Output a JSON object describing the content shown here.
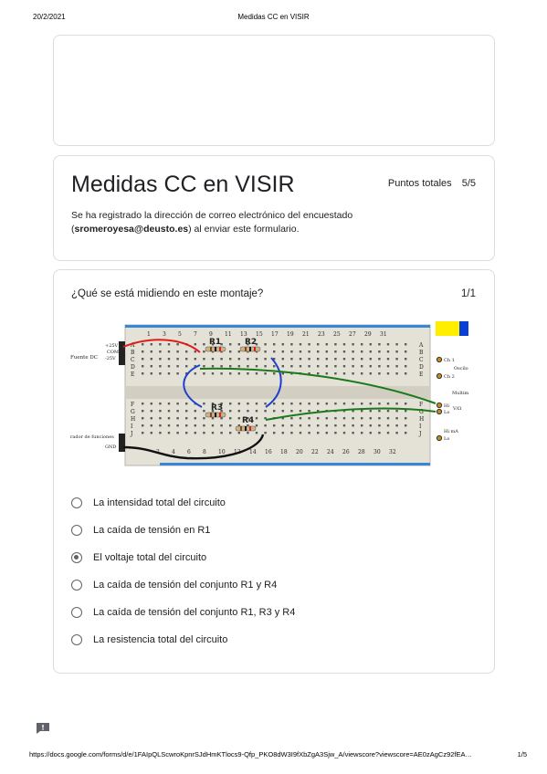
{
  "print": {
    "date": "20/2/2021",
    "doc_title": "Medidas CC en VISIR",
    "url": "https://docs.google.com/forms/d/e/1FAIpQLScwroKpnrSJdHmKTlocs9-Qfp_PKO8dW3I9fXbZgA3Sjw_A/viewscore?viewscore=AE0zAgCz92fEA…",
    "page": "1/5"
  },
  "form": {
    "title": "Medidas CC en VISIR",
    "score_label": "Puntos totales",
    "score_value": "5/5",
    "email_note_prefix": "Se ha registrado la dirección de correo electrónico del encuestado (",
    "email": "sromeroyesa@deusto.es",
    "email_note_suffix": ") al enviar este formulario."
  },
  "question": {
    "text": "¿Qué se está midiendo en este montaje?",
    "points": "1/1",
    "options": [
      {
        "label": "La intensidad total del circuito",
        "selected": false
      },
      {
        "label": "La caída de tensión en R1",
        "selected": false
      },
      {
        "label": "El voltaje total del circuito",
        "selected": true
      },
      {
        "label": "La caída de tensión del conjunto R1 y R4",
        "selected": false
      },
      {
        "label": "La caída de tensión del conjunto R1, R3 y R4",
        "selected": false
      },
      {
        "label": "La resistencia total del circuito",
        "selected": false
      }
    ]
  },
  "breadboard": {
    "top_numbers": [
      "1",
      "3",
      "5",
      "7",
      "9",
      "11",
      "13",
      "15",
      "17",
      "19",
      "21",
      "23",
      "25",
      "27",
      "29",
      "31"
    ],
    "bottom_numbers": [
      "2",
      "4",
      "6",
      "8",
      "10",
      "12",
      "14",
      "16",
      "18",
      "20",
      "22",
      "24",
      "26",
      "28",
      "30",
      "32"
    ],
    "row_letters_top": [
      "A",
      "B",
      "C",
      "D",
      "E"
    ],
    "row_letters_bottom": [
      "F",
      "G",
      "H",
      "I",
      "J"
    ],
    "resistors": [
      "R1",
      "R2",
      "R3",
      "R4"
    ],
    "left_labels": {
      "plus25": "+25V",
      "com": "COM",
      "minus25": "-25V",
      "fuente_dc": "Fuente DC",
      "generador": "rador de funciones",
      "gnd": "GND"
    },
    "right_labels": {
      "ch1": "Ch 1",
      "ch2": "Ch 2",
      "oscil": "Oscilo",
      "multim": "Multim",
      "hi": "Hi",
      "lo": "Lo",
      "vohm": "V/Ω",
      "hi_ma": "Hi mA",
      "lo2": "Lo"
    },
    "colors": {
      "red_wire": "#e01b1b",
      "blue_wire": "#1f3fd0",
      "green_wire": "#1a7a1a",
      "black_wire": "#111111",
      "board": "#e4e1d6",
      "hole": "#5a5a5a",
      "rail_blue": "#3a86d6",
      "yellow_box": "#ffee00",
      "blue_box": "#0a3fd6"
    }
  }
}
